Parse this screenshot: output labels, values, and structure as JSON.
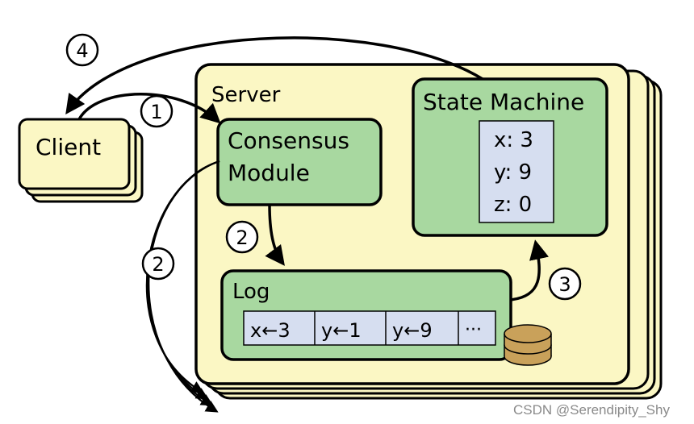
{
  "server": {
    "label": "Server"
  },
  "client": {
    "label": "Client"
  },
  "consensus_module": {
    "label_line1": "Consensus",
    "label_line2": "Module"
  },
  "state_machine": {
    "label": "State Machine",
    "entries": [
      "x: 3",
      "y: 9",
      "z: 0"
    ]
  },
  "log": {
    "label": "Log",
    "entries": [
      "x←3",
      "y←1",
      "y←9",
      "···"
    ]
  },
  "steps": {
    "one": "1",
    "two_a": "2",
    "two_b": "2",
    "three": "3",
    "four": "4"
  },
  "icons": {
    "storage": "disk-stack-icon"
  },
  "colors": {
    "server_fill": "#fbf7c4",
    "module_fill": "#a8d8a0",
    "table_fill": "#d6def0",
    "disk_fill": "#c9a15a",
    "stroke": "#000000"
  },
  "watermark": "CSDN @Serendipity_Shy"
}
